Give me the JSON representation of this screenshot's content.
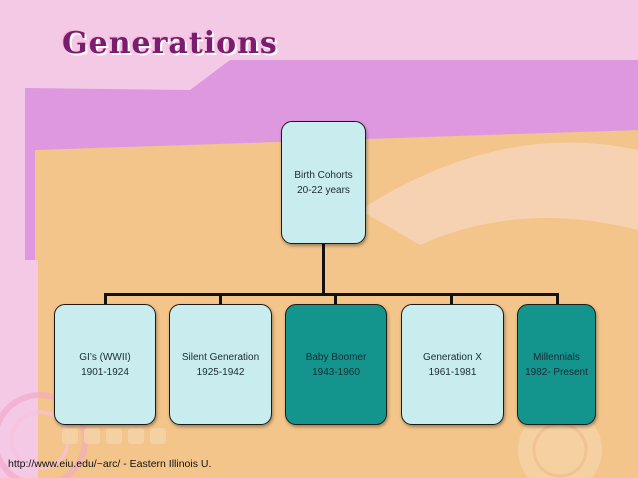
{
  "title": "Generations",
  "root": {
    "line1": "Birth Cohorts",
    "line2": "20-22 years"
  },
  "children": [
    {
      "name": "GI’s (WWII)",
      "years": "1901-1924",
      "style": "light"
    },
    {
      "name": "Silent Generation",
      "years": "1925-1942",
      "style": "light"
    },
    {
      "name": "Baby Boomer",
      "years": "1943-1960",
      "style": "dark"
    },
    {
      "name": "Generation X",
      "years": "1961-1981",
      "style": "light"
    },
    {
      "name": "Millennials",
      "years": "1982- Present",
      "style": "dark"
    }
  ],
  "colors": {
    "light_box": "#c9ecee",
    "dark_box": "#13958d",
    "title": "#7a1d6e"
  },
  "footer": "http://www.eiu.edu/~arc/ - Eastern Illinois U."
}
